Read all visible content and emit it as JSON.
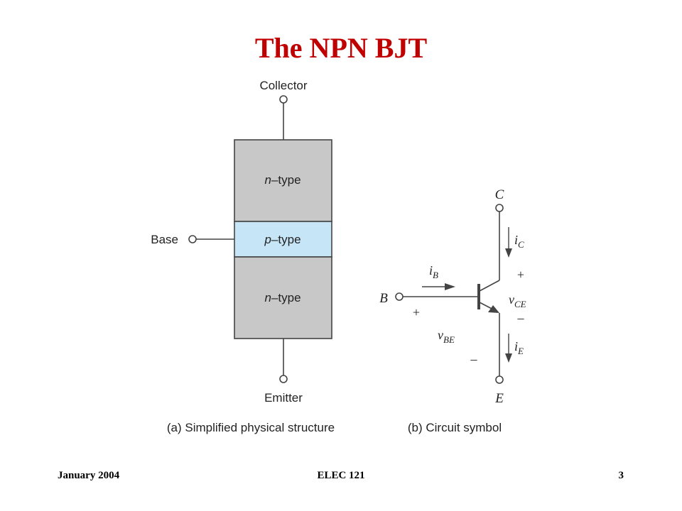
{
  "slide": {
    "title": "The NPN BJT"
  },
  "physical": {
    "collector_label": "Collector",
    "base_label": "Base",
    "emitter_label": "Emitter",
    "region_top": {
      "prefix": "n",
      "suffix": "–type"
    },
    "region_mid": {
      "prefix": "p",
      "suffix": "–type"
    },
    "region_bot": {
      "prefix": "n",
      "suffix": "–type"
    },
    "caption": "(a) Simplified physical structure",
    "colors": {
      "n_region": "#c8c8c8",
      "p_region": "#c6e6f8",
      "outline": "#444444"
    }
  },
  "symbol": {
    "c_label": "C",
    "b_label": "B",
    "e_label": "E",
    "ic": {
      "main": "i",
      "sub": "C"
    },
    "ib": {
      "main": "i",
      "sub": "B"
    },
    "ie": {
      "main": "i",
      "sub": "E"
    },
    "vce": {
      "main": "v",
      "sub": "CE",
      "plus": "+",
      "minus": "–"
    },
    "vbe": {
      "main": "v",
      "sub": "BE",
      "plus": "+",
      "minus": "–"
    },
    "caption": "(b) Circuit symbol"
  },
  "footer": {
    "left": "January 2004",
    "center": "ELEC 121",
    "right": "3"
  }
}
